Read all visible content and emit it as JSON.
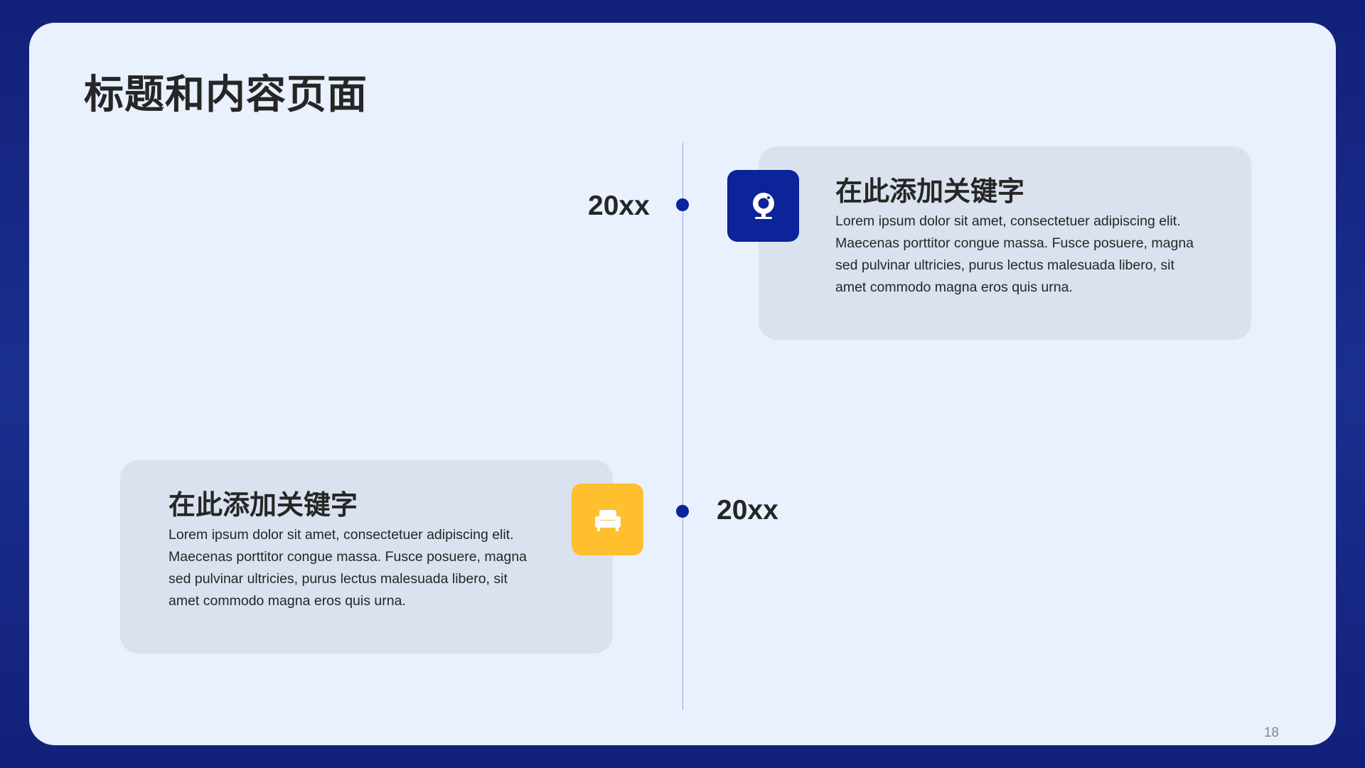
{
  "slide": {
    "title": "标题和内容页面",
    "page_number": "18"
  },
  "timeline": {
    "items": [
      {
        "year": "20xx",
        "heading": "在此添加关键字",
        "body": "Lorem ipsum dolor sit amet, consectetuer adipiscing elit. Maecenas porttitor congue massa. Fusce posuere, magna sed pulvinar ultricies, purus lectus malesuada libero, sit amet commodo magna eros quis urna.",
        "icon": "webcam-icon",
        "icon_color": "#0c2399"
      },
      {
        "year": "20xx",
        "heading": "在此添加关键字",
        "body": "Lorem ipsum dolor sit amet, consectetuer adipiscing elit. Maecenas porttitor congue massa. Fusce posuere, magna sed pulvinar ultricies, purus lectus malesuada libero, sit amet commodo magna eros quis urna.",
        "icon": "sofa-icon",
        "icon_color": "#ffbf2e"
      }
    ]
  },
  "colors": {
    "frame": "#122079",
    "slide_background": "#e8f1fd",
    "card_background": "#d9e2ee",
    "accent_blue": "#0c2399",
    "accent_yellow": "#ffbf2e",
    "text": "#262626"
  }
}
